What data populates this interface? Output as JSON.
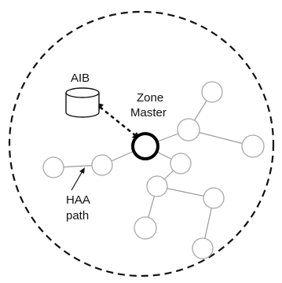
{
  "diagram": {
    "database_label": "AIB",
    "master_label_line1": "Zone",
    "master_label_line2": "Master",
    "path_label_line1": "HAA",
    "path_label_line2": "path"
  },
  "colors": {
    "boundary": "#111111",
    "master_node": "#000000",
    "node_stroke": "#a8a8a8",
    "link": "#9a9a9a"
  }
}
